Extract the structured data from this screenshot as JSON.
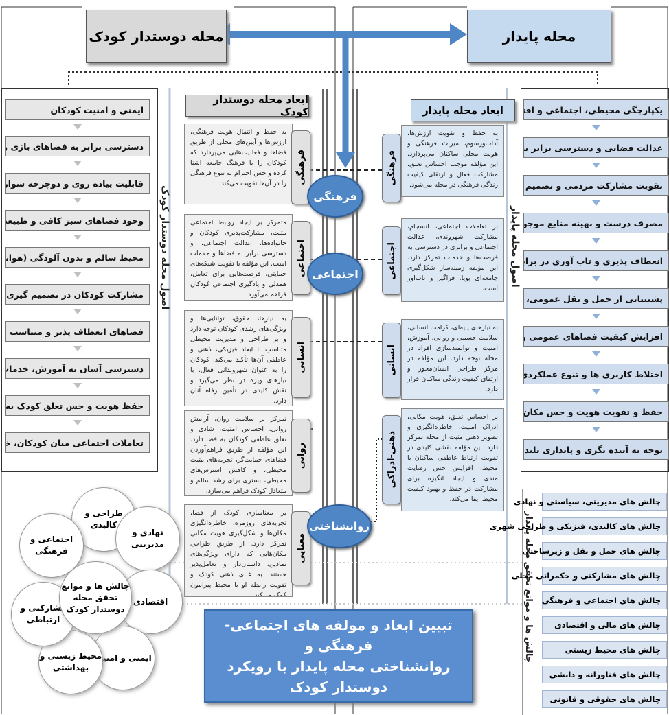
{
  "top": {
    "left_title": "محله دوستدار کودک",
    "right_title": "محله پایدار"
  },
  "left_panel": {
    "vertical_label": "اصول محله دوستدار کودک",
    "items": [
      "ایمنی و امنیت کودکان",
      "دسترسی برابر به فضاهای بازی و تفریح",
      "قابلیت پیاده روی و دوچرخه سواری ایمن برای کودکان",
      "وجود فضاهای سبز کافی و طبیعت محور",
      "محیط سالم و بدون آلودگی (هوا، صدا، بصری)",
      "مشارکت کودکان در تصمیم گیری های محله ای",
      "فضاهای انعطاف پذیر و متناسب با سنین مختلف",
      "دسترسی آسان به آموزش، خدمات بهداشتی و فرهنگی",
      "حفظ هویت و حس تعلق کودک به محله",
      "تعاملات اجتماعی میان کودکان، خانواده ها و جامعه"
    ]
  },
  "right_panel": {
    "vertical_label": "اصول محله پایدار",
    "items": [
      "یکپارچگی محیطی، اجتماعی و اقتصادی",
      "عدالت فضایی و دسترسی برابر به خدمات",
      "تقویت مشارکت مردمی و تصمیم گیری محلی",
      "مصرف درست و بهینه منابع موجود و انواع انرژی",
      "انعطاف پذیری و تاب آوری در برابر تغییرات و بحران ها",
      "پشتیبانی از حمل و نقل عمومی، پیاده و دوچرخه سواری",
      "افزایش کیفیت فضاهای عمومی و فضاهای باز",
      "اختلاط کاربری ها و تنوع عملکردی",
      "حفظ و تقویت هویت و حس مکان",
      "توجه به آینده نگری و پایداری بلند مدت"
    ]
  },
  "child_dims": {
    "title": "ابعاد محله دوستدار کودک",
    "rows": [
      {
        "tag": "فرهنگی",
        "text": "به حفظ و انتقال هویت فرهنگی، ارزش‌ها و آیین‌های محلی از طریق فضاها و فعالیت‌هایی می‌پردازد که کودکان را با فرهنگ جامعه آشنا کرده و حس احترام به تنوع فرهنگی را در آن‌ها تقویت می‌کند."
      },
      {
        "tag": "اجتماعی",
        "text": "متمرکز بر ایجاد روابط اجتماعی مثبت، مشارکت‌پذیری کودکان و خانواده‌ها، عدالت اجتماعی، و دسترسی برابر به فضاها و خدمات است. این مؤلفه با تقویت شبکه‌های حمایتی، فرصت‌هایی برای تعامل، همدلی و یادگیری اجتماعی کودکان فراهم می‌آورد."
      },
      {
        "tag": "انسانی",
        "text": "به نیازها، حقوق، توانایی‌ها و ویژگی‌های رشدی کودکان توجه دارد و بر طراحی و مدیریت محیطی متناسب با ابعاد فیزیکی، ذهنی و عاطفی آن‌ها تأکید می‌کند. کودکان را به عنوان شهروندانی فعال، با نیازهای ویژه در نظر می‌گیرد و نقش کلیدی در تأمین رفاه آنان دارد."
      },
      {
        "tag": "روانی",
        "text": "تمرکز بر سلامت روان، آرامش روانی، احساس امنیت، شادی و تعلق عاطفی کودکان به فضا دارد. این مؤلفه از طریق فراهم‌آوردن فضاهای حمایت‌گر، تجربه‌های مثبت محیطی، و کاهش استرس‌های محیطی، بستری برای رشد سالم و متعادل کودک فراهم می‌سازد."
      },
      {
        "tag": "معنایی",
        "text": "بر معناسازی کودک از فضا، تجربه‌های روزمره، خاطره‌انگیزی مکان‌ها و شکل‌گیری هویت مکانی تمرکز دارد. از طریق طراحی مکان‌هایی که دارای ویژگی‌های نمادین، داستان‌دار و تعامل‌پذیر هستند، به غنای ذهنی کودک و تقویت رابطه او با محیط پیرامون کمک می‌کند."
      }
    ]
  },
  "sustain_dims": {
    "title": "ابعاد محله پایدار",
    "rows": [
      {
        "tag": "فرهنگی",
        "text": "به حفظ و تقویت ارزش‌ها، آداب‌ورسوم، میراث فرهنگی و هویت محلی ساکنان می‌پردازد. این مؤلفه موجب احساس تعلق، مشارکت فعال و ارتقای کیفیت زندگی فرهنگی در محله می‌شود."
      },
      {
        "tag": "اجتماعی",
        "text": "بر تعاملات اجتماعی، انسجام، مشارکت شهروندی، عدالت اجتماعی و برابری در دسترسی به فرصت‌ها و خدمات تمرکز دارد. این مؤلفه زمینه‌ساز شکل‌گیری جامعه‌ای پویا، فراگیر و تاب‌آور است."
      },
      {
        "tag": "انسانی",
        "text": "به نیازهای پایه‌ای، کرامت انسانی، سلامت جسمی و روانی، آموزش، امنیت و توانمندسازی افراد در محله توجه دارد. این مؤلفه در مرکز طراحی انسان‌محور و ارتقای کیفیت زندگی ساکنان قرار دارد."
      },
      {
        "tag": "ذهنی-ادراکی",
        "text": "بر احساس تعلق، هویت مکانی، ادراک امنیت، خاطره‌انگیزی و تصویر ذهنی مثبت از محله تمرکز دارد. این مؤلفه نقشی کلیدی در تقویت ارتباط عاطفی ساکنان با محیط، افزایش حس رضایت مندی و ایجاد انگیزه برای مشارکت در حفظ و بهبود کیفیت محیط ایفا می‌کند."
      }
    ]
  },
  "center": {
    "ellipses": [
      "فرهنگی",
      "اجتماعی",
      "روانشناختی"
    ]
  },
  "flower": {
    "center": "چالش ها و موانع تحقق محله دوستدار کودک",
    "petals": [
      "طراحی و کالبدی",
      "نهادی و مدیریتی",
      "اقتصادی",
      "ایمنی و امنیت",
      "محیط زیستی و بهداشتی",
      "مشارکتی و ارتباطی",
      "اجتماعی و فرهنگی"
    ]
  },
  "challenges": {
    "vertical_label": "چالش ها و موانع تحقق محله پایدار",
    "items": [
      "چالش های مدیریتی، سیاستی و نهادی",
      "چالش های کالبدی، فیزیکی و طراحی شهری",
      "چالش های حمل و نقل و زیرساختی",
      "چالش های مشارکتی و حکمرانی محلی",
      "چالش های اجتماعی و فرهنگی",
      "چالش های مالی و اقتصادی",
      "چالش های محیط زیستی",
      "چالش های فناورانه و دانشی",
      "چالش های حقوقی و قانونی"
    ]
  },
  "bottom": {
    "line1": "تبیین ابعاد و مولفه های اجتماعی-فرهنگی و",
    "line2": "روانشناختی محله پایدار با رویکرد دوستدار کودک"
  },
  "colors": {
    "blue_accent": "#4f86c6",
    "gray_box": "#d9d9d9",
    "light_blue": "#c5d9ef"
  }
}
